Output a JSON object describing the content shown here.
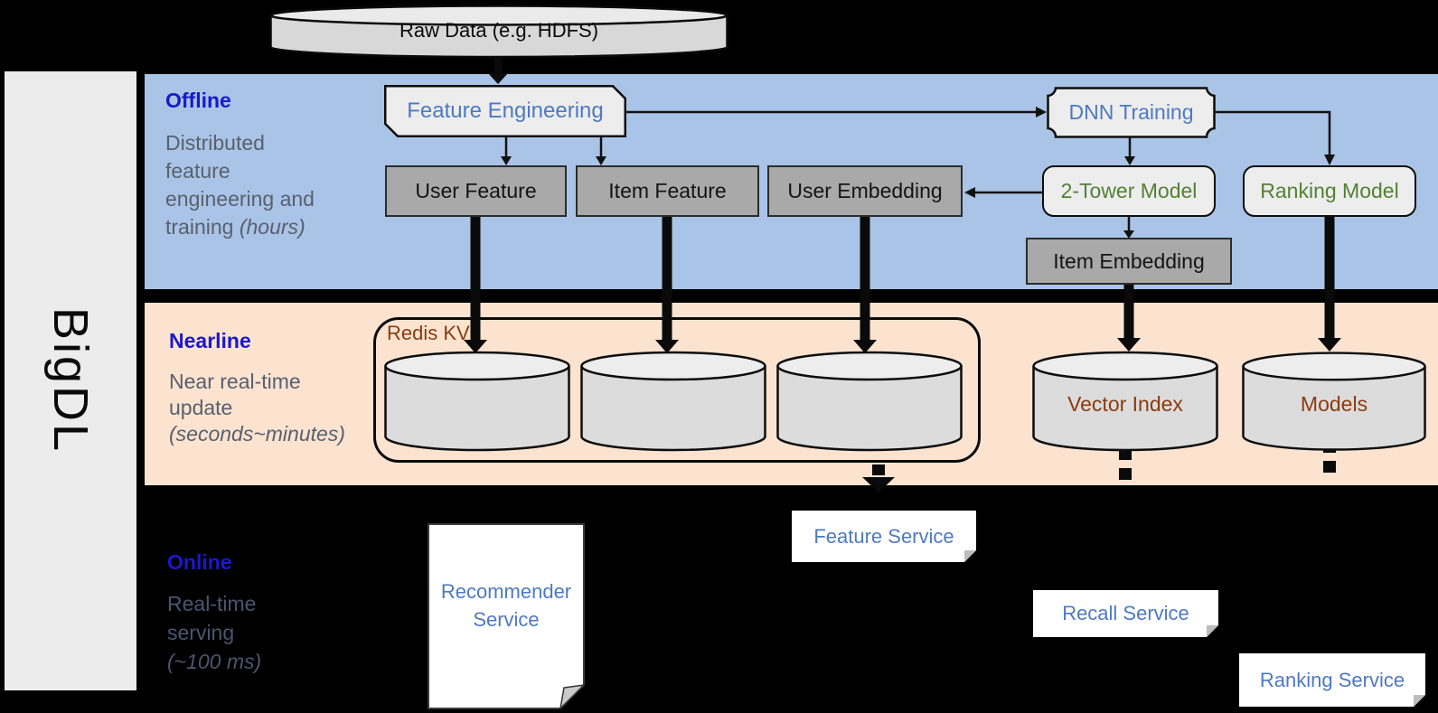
{
  "brand": {
    "name": "BigDL"
  },
  "source": {
    "label": "Raw Data (e.g. HDFS)"
  },
  "sections": {
    "offline": {
      "title": "Offline",
      "lines": [
        "Distributed",
        "feature",
        "engineering and"
      ],
      "tail_plain": "training ",
      "tail_italic": "(hours)"
    },
    "nearline": {
      "title": "Nearline",
      "lines": [
        "Near real-time",
        "update"
      ],
      "tail_italic": "(seconds~minutes)"
    },
    "online": {
      "title": "Online",
      "lines": [
        "Real-time",
        "serving"
      ],
      "tail_italic": "(~100 ms)"
    }
  },
  "nodes": {
    "feature_engineering": "Feature Engineering",
    "dnn_training": "DNN Training",
    "user_feature": "User Feature",
    "item_feature": "Item Feature",
    "user_embedding": "User Embedding",
    "two_tower_model": "2-Tower Model",
    "ranking_model": "Ranking Model",
    "item_embedding": "Item Embedding"
  },
  "stores": {
    "redis_kv": "Redis KV",
    "vector_index": "Vector Index",
    "models": "Models"
  },
  "services": {
    "recommender": {
      "lines": [
        "Recommender",
        "Service"
      ]
    },
    "feature": "Feature Service",
    "recall": "Recall Service",
    "ranking": "Ranking Service"
  },
  "colors": {
    "offline_band": "#a9c4e6",
    "nearline_band": "#fbe3d0",
    "online_background": "#000000",
    "node_blue_text": "#4e79c4",
    "node_green_text": "#538135",
    "store_brown_text": "#8a3c10",
    "section_title_blue": "#1b18cb",
    "section_desc_gray": "#59606f",
    "gray_node_fill": "#a9a9a9",
    "light_node_fill": "#ededed"
  }
}
